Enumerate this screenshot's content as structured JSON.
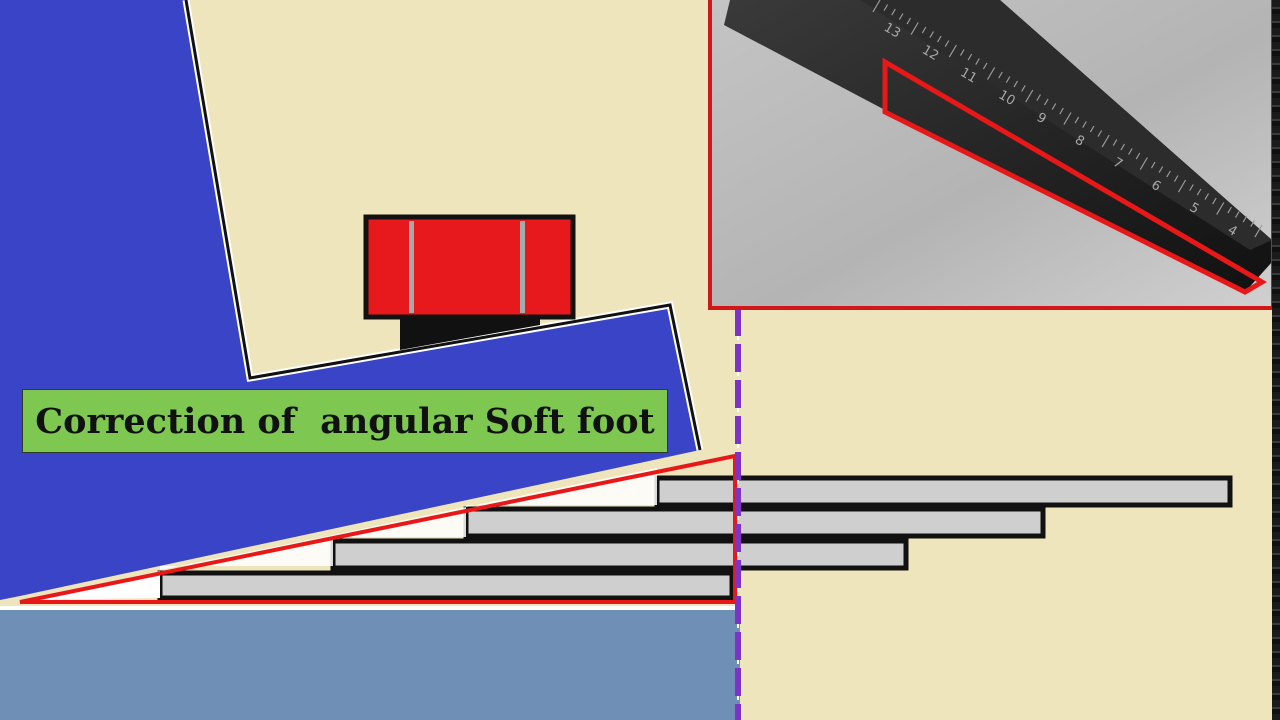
{
  "title": "Correction of  angular Soft foot",
  "ruler": {
    "tick_labels": [
      "13",
      "12",
      "11",
      "10",
      "9",
      "8",
      "7",
      "6",
      "5",
      "4"
    ]
  },
  "colors": {
    "background": "#efe5bc",
    "machine_body": "#3a44c7",
    "baseplate": "#6f8fb6",
    "outline_red": "#e81818",
    "centerline": "#7b34c4",
    "title_fill": "#7ec852",
    "shim_fill": "#cfcfcf",
    "bolt_fill": "#e8191c"
  },
  "icons": {
    "centerline": "dashed-vertical-line",
    "wedge_gauge": "taper-gauge-photo"
  }
}
